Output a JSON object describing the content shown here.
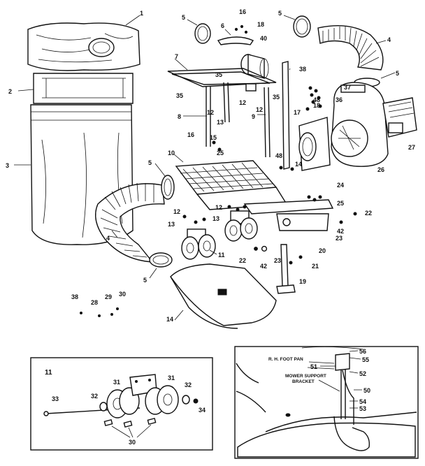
{
  "parts": [
    {
      "key": "p1",
      "label": "1"
    },
    {
      "key": "p2",
      "label": "2"
    },
    {
      "key": "p3",
      "label": "3"
    },
    {
      "key": "p4a",
      "label": "4"
    },
    {
      "key": "p4b",
      "label": "4"
    },
    {
      "key": "p5a",
      "label": "5"
    },
    {
      "key": "p5b",
      "label": "5"
    },
    {
      "key": "p5c",
      "label": "5"
    },
    {
      "key": "p5d",
      "label": "5"
    },
    {
      "key": "p5e",
      "label": "5"
    },
    {
      "key": "p6",
      "label": "6"
    },
    {
      "key": "p7",
      "label": "7"
    },
    {
      "key": "p8",
      "label": "8"
    },
    {
      "key": "p9",
      "label": "9"
    },
    {
      "key": "p10",
      "label": "10"
    },
    {
      "key": "p11",
      "label": "11"
    },
    {
      "key": "p12a",
      "label": "12"
    },
    {
      "key": "p12b",
      "label": "12"
    },
    {
      "key": "p12c",
      "label": "12"
    },
    {
      "key": "p12d",
      "label": "12"
    },
    {
      "key": "p12e",
      "label": "12"
    },
    {
      "key": "p13a",
      "label": "13"
    },
    {
      "key": "p13b",
      "label": "13"
    },
    {
      "key": "p13c",
      "label": "13"
    },
    {
      "key": "p14a",
      "label": "14"
    },
    {
      "key": "p14b",
      "label": "14"
    },
    {
      "key": "p15",
      "label": "15"
    },
    {
      "key": "p16",
      "label": "16"
    },
    {
      "key": "p16b",
      "label": "16"
    },
    {
      "key": "p17",
      "label": "17"
    },
    {
      "key": "p18a",
      "label": "18"
    },
    {
      "key": "p18b",
      "label": "18"
    },
    {
      "key": "p19",
      "label": "19"
    },
    {
      "key": "p20",
      "label": "20"
    },
    {
      "key": "p21",
      "label": "21"
    },
    {
      "key": "p22a",
      "label": "22"
    },
    {
      "key": "p22b",
      "label": "22"
    },
    {
      "key": "p23a",
      "label": "23"
    },
    {
      "key": "p23b",
      "label": "23"
    },
    {
      "key": "p24",
      "label": "24"
    },
    {
      "key": "p25a",
      "label": "25"
    },
    {
      "key": "p25b",
      "label": "25"
    },
    {
      "key": "p26",
      "label": "26"
    },
    {
      "key": "p27",
      "label": "27"
    },
    {
      "key": "p28",
      "label": "28"
    },
    {
      "key": "p29",
      "label": "29"
    },
    {
      "key": "p30",
      "label": "30"
    },
    {
      "key": "p35a",
      "label": "35"
    },
    {
      "key": "p35b",
      "label": "35"
    },
    {
      "key": "p35c",
      "label": "35"
    },
    {
      "key": "p36",
      "label": "36"
    },
    {
      "key": "p37",
      "label": "37"
    },
    {
      "key": "p38",
      "label": "38"
    },
    {
      "key": "p39",
      "label": "38"
    },
    {
      "key": "p40",
      "label": "40"
    },
    {
      "key": "p42a",
      "label": "42"
    },
    {
      "key": "p42b",
      "label": "42"
    },
    {
      "key": "p48",
      "label": "48"
    },
    {
      "key": "p48b",
      "label": "48"
    }
  ],
  "inset_wheel": {
    "title": "11",
    "labels": [
      {
        "key": "w31a",
        "label": "31"
      },
      {
        "key": "w31b",
        "label": "31"
      },
      {
        "key": "w32a",
        "label": "32"
      },
      {
        "key": "w32b",
        "label": "32"
      },
      {
        "key": "w33",
        "label": "33"
      },
      {
        "key": "w34",
        "label": "34"
      },
      {
        "key": "w30",
        "label": "30"
      }
    ]
  },
  "inset_mount": {
    "notes": {
      "foot_pan": "R. H. FOOT PAN",
      "bracket_line1": "MOWER SUPPORT",
      "bracket_line2": "BRACKET"
    },
    "labels": [
      {
        "key": "m56",
        "label": "56"
      },
      {
        "key": "m55",
        "label": "55"
      },
      {
        "key": "m51",
        "label": "51"
      },
      {
        "key": "m52",
        "label": "52"
      },
      {
        "key": "m50",
        "label": "50"
      },
      {
        "key": "m54",
        "label": "54"
      },
      {
        "key": "m53",
        "label": "53"
      }
    ]
  }
}
